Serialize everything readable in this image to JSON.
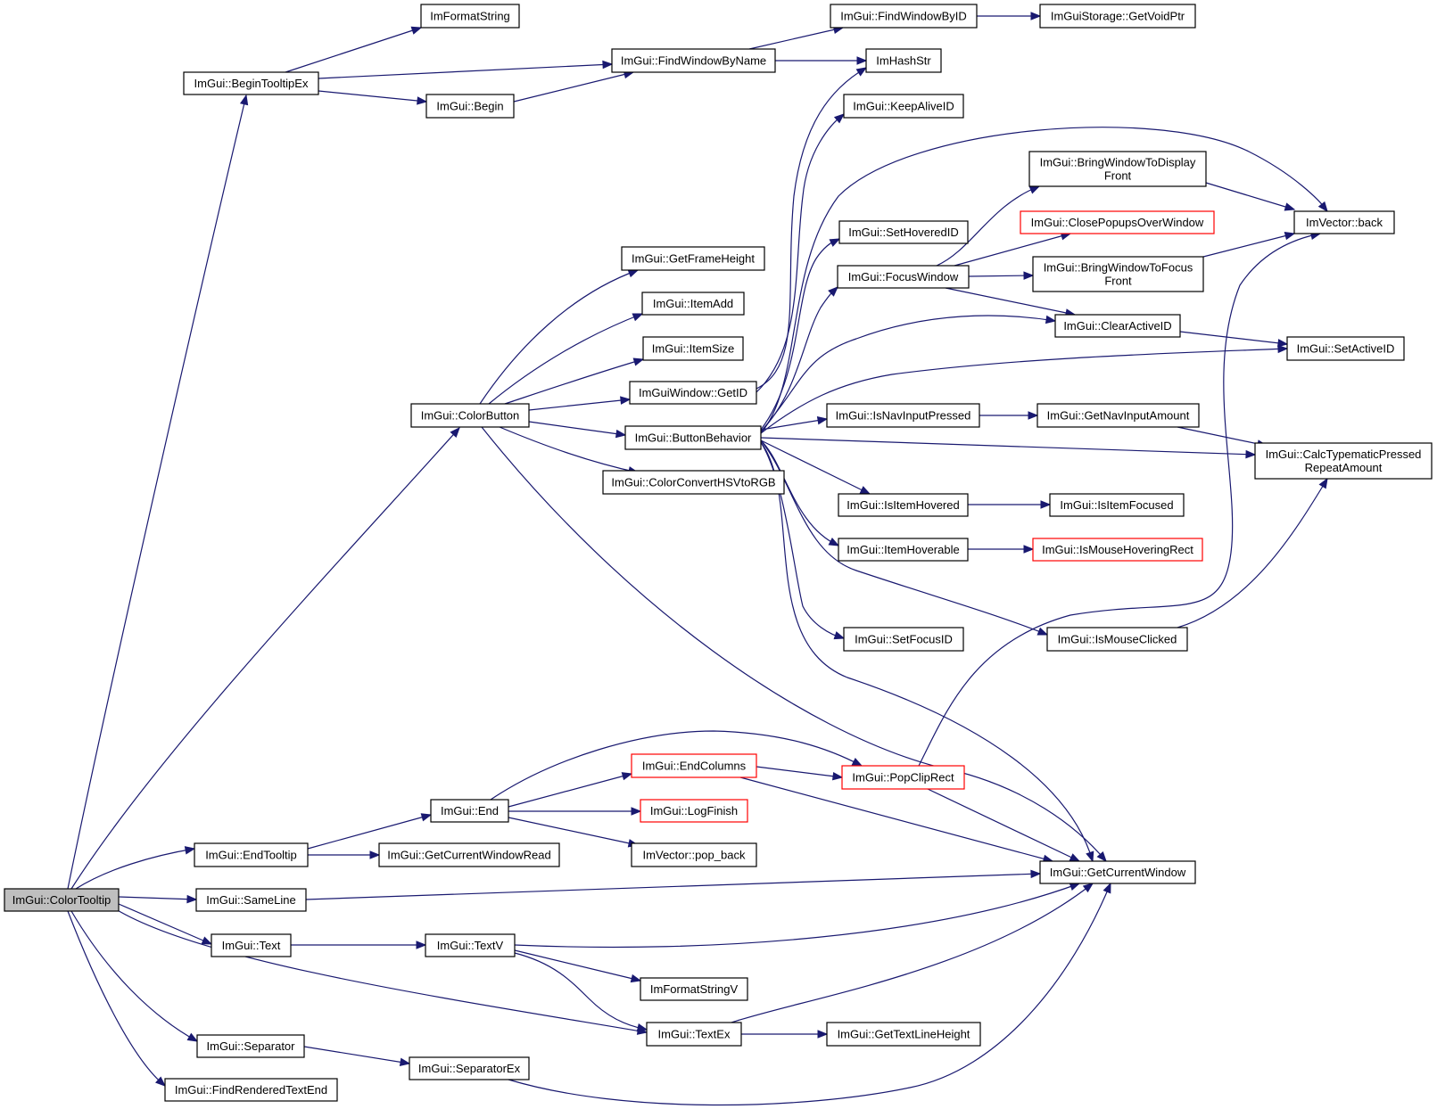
{
  "root": "ImGui::ColorTooltip",
  "nodes": [
    {
      "id": "ColorTooltip",
      "label": "ImGui::ColorTooltip",
      "style": "root"
    },
    {
      "id": "BeginTooltipEx",
      "label": "ImGui::BeginTooltipEx"
    },
    {
      "id": "ImFormatString",
      "label": "ImFormatString"
    },
    {
      "id": "FindWindowByName",
      "label": "ImGui::FindWindowByName"
    },
    {
      "id": "Begin",
      "label": "ImGui::Begin"
    },
    {
      "id": "FindWindowByID",
      "label": "ImGui::FindWindowByID"
    },
    {
      "id": "GetVoidPtr",
      "label": "ImGuiStorage::GetVoidPtr"
    },
    {
      "id": "ImHashStr",
      "label": "ImHashStr"
    },
    {
      "id": "KeepAliveID",
      "label": "ImGui::KeepAliveID"
    },
    {
      "id": "BringToDisplayFront",
      "label": [
        "ImGui::BringWindowToDisplay",
        "Front"
      ]
    },
    {
      "id": "ClosePopups",
      "label": "ImGui::ClosePopupsOverWindow",
      "style": "red"
    },
    {
      "id": "ImVectorBack",
      "label": "ImVector::back"
    },
    {
      "id": "SetHoveredID",
      "label": "ImGui::SetHoveredID"
    },
    {
      "id": "FocusWindow",
      "label": "ImGui::FocusWindow"
    },
    {
      "id": "BringToFocusFront",
      "label": [
        "ImGui::BringWindowToFocus",
        "Front"
      ]
    },
    {
      "id": "GetFrameHeight",
      "label": "ImGui::GetFrameHeight"
    },
    {
      "id": "ItemAdd",
      "label": "ImGui::ItemAdd"
    },
    {
      "id": "ItemSize",
      "label": "ImGui::ItemSize"
    },
    {
      "id": "GetID",
      "label": "ImGuiWindow::GetID"
    },
    {
      "id": "ColorButton",
      "label": "ImGui::ColorButton"
    },
    {
      "id": "ButtonBehavior",
      "label": "ImGui::ButtonBehavior"
    },
    {
      "id": "ColorConvert",
      "label": "ImGui::ColorConvertHSVtoRGB"
    },
    {
      "id": "ClearActiveID",
      "label": "ImGui::ClearActiveID"
    },
    {
      "id": "SetActiveID",
      "label": "ImGui::SetActiveID"
    },
    {
      "id": "IsNavInputPressed",
      "label": "ImGui::IsNavInputPressed"
    },
    {
      "id": "GetNavInputAmount",
      "label": "ImGui::GetNavInputAmount"
    },
    {
      "id": "CalcTypematic",
      "label": [
        "ImGui::CalcTypematicPressed",
        "RepeatAmount"
      ]
    },
    {
      "id": "IsItemHovered",
      "label": "ImGui::IsItemHovered"
    },
    {
      "id": "IsItemFocused",
      "label": "ImGui::IsItemFocused"
    },
    {
      "id": "ItemHoverable",
      "label": "ImGui::ItemHoverable"
    },
    {
      "id": "IsMouseHoveringRect",
      "label": "ImGui::IsMouseHoveringRect",
      "style": "red"
    },
    {
      "id": "SetFocusID",
      "label": "ImGui::SetFocusID"
    },
    {
      "id": "IsMouseClicked",
      "label": "ImGui::IsMouseClicked"
    },
    {
      "id": "EndColumns",
      "label": "ImGui::EndColumns",
      "style": "red"
    },
    {
      "id": "PopClipRect",
      "label": "ImGui::PopClipRect",
      "style": "red"
    },
    {
      "id": "End",
      "label": "ImGui::End"
    },
    {
      "id": "LogFinish",
      "label": "ImGui::LogFinish",
      "style": "red"
    },
    {
      "id": "EndTooltip",
      "label": "ImGui::EndTooltip"
    },
    {
      "id": "GetCurrentWindowRead",
      "label": "ImGui::GetCurrentWindowRead"
    },
    {
      "id": "PopBack",
      "label": "ImVector::pop_back"
    },
    {
      "id": "GetCurrentWindow",
      "label": "ImGui::GetCurrentWindow"
    },
    {
      "id": "SameLine",
      "label": "ImGui::SameLine"
    },
    {
      "id": "Text",
      "label": "ImGui::Text"
    },
    {
      "id": "TextV",
      "label": "ImGui::TextV"
    },
    {
      "id": "ImFormatStringV",
      "label": "ImFormatStringV"
    },
    {
      "id": "TextEx",
      "label": "ImGui::TextEx"
    },
    {
      "id": "GetTextLineHeight",
      "label": "ImGui::GetTextLineHeight"
    },
    {
      "id": "Separator",
      "label": "ImGui::Separator"
    },
    {
      "id": "SeparatorEx",
      "label": "ImGui::SeparatorEx"
    },
    {
      "id": "FindRenderedTextEnd",
      "label": "ImGui::FindRenderedTextEnd"
    }
  ],
  "edges": [
    [
      "ColorTooltip",
      "BeginTooltipEx"
    ],
    [
      "ColorTooltip",
      "ColorButton"
    ],
    [
      "ColorTooltip",
      "EndTooltip"
    ],
    [
      "ColorTooltip",
      "SameLine"
    ],
    [
      "ColorTooltip",
      "Text"
    ],
    [
      "ColorTooltip",
      "TextEx"
    ],
    [
      "ColorTooltip",
      "Separator"
    ],
    [
      "ColorTooltip",
      "FindRenderedTextEnd"
    ],
    [
      "BeginTooltipEx",
      "ImFormatString"
    ],
    [
      "BeginTooltipEx",
      "FindWindowByName"
    ],
    [
      "BeginTooltipEx",
      "Begin"
    ],
    [
      "Begin",
      "FindWindowByName"
    ],
    [
      "FindWindowByName",
      "FindWindowByID"
    ],
    [
      "FindWindowByName",
      "ImHashStr"
    ],
    [
      "FindWindowByID",
      "GetVoidPtr"
    ],
    [
      "ColorButton",
      "GetFrameHeight"
    ],
    [
      "ColorButton",
      "ItemAdd"
    ],
    [
      "ColorButton",
      "ItemSize"
    ],
    [
      "ColorButton",
      "GetID"
    ],
    [
      "ColorButton",
      "ButtonBehavior"
    ],
    [
      "ColorButton",
      "ColorConvert"
    ],
    [
      "ColorButton",
      "GetCurrentWindow"
    ],
    [
      "GetID",
      "ImHashStr"
    ],
    [
      "GetID",
      "KeepAliveID"
    ],
    [
      "ButtonBehavior",
      "ImVectorBack"
    ],
    [
      "ButtonBehavior",
      "SetHoveredID"
    ],
    [
      "ButtonBehavior",
      "FocusWindow"
    ],
    [
      "ButtonBehavior",
      "ClearActiveID"
    ],
    [
      "ButtonBehavior",
      "SetActiveID"
    ],
    [
      "ButtonBehavior",
      "IsNavInputPressed"
    ],
    [
      "ButtonBehavior",
      "CalcTypematic"
    ],
    [
      "ButtonBehavior",
      "IsItemHovered"
    ],
    [
      "ButtonBehavior",
      "ItemHoverable"
    ],
    [
      "ButtonBehavior",
      "SetFocusID"
    ],
    [
      "ButtonBehavior",
      "IsMouseClicked"
    ],
    [
      "ButtonBehavior",
      "GetCurrentWindow"
    ],
    [
      "FocusWindow",
      "BringToDisplayFront"
    ],
    [
      "FocusWindow",
      "ClosePopups"
    ],
    [
      "FocusWindow",
      "BringToFocusFront"
    ],
    [
      "FocusWindow",
      "ClearActiveID"
    ],
    [
      "BringToDisplayFront",
      "ImVectorBack"
    ],
    [
      "BringToFocusFront",
      "ImVectorBack"
    ],
    [
      "ClearActiveID",
      "SetActiveID"
    ],
    [
      "IsNavInputPressed",
      "GetNavInputAmount"
    ],
    [
      "GetNavInputAmount",
      "CalcTypematic"
    ],
    [
      "IsItemHovered",
      "IsItemFocused"
    ],
    [
      "ItemHoverable",
      "IsMouseHoveringRect"
    ],
    [
      "IsMouseClicked",
      "CalcTypematic"
    ],
    [
      "EndTooltip",
      "End"
    ],
    [
      "EndTooltip",
      "GetCurrentWindowRead"
    ],
    [
      "End",
      "EndColumns"
    ],
    [
      "End",
      "PopClipRect"
    ],
    [
      "End",
      "LogFinish"
    ],
    [
      "End",
      "PopBack"
    ],
    [
      "EndColumns",
      "PopClipRect"
    ],
    [
      "EndColumns",
      "GetCurrentWindow"
    ],
    [
      "PopClipRect",
      "ImVectorBack"
    ],
    [
      "PopClipRect",
      "GetCurrentWindow"
    ],
    [
      "SameLine",
      "GetCurrentWindow"
    ],
    [
      "Text",
      "TextV"
    ],
    [
      "TextV",
      "GetCurrentWindow"
    ],
    [
      "TextV",
      "ImFormatStringV"
    ],
    [
      "TextV",
      "TextEx"
    ],
    [
      "TextEx",
      "GetCurrentWindow"
    ],
    [
      "TextEx",
      "GetTextLineHeight"
    ],
    [
      "Separator",
      "SeparatorEx"
    ],
    [
      "SeparatorEx",
      "GetCurrentWindow"
    ]
  ],
  "colors": {
    "edge": "#191970",
    "node_border": "#000000",
    "node_border_incomplete": "#ff0000",
    "root_fill": "#bfbfbf"
  }
}
